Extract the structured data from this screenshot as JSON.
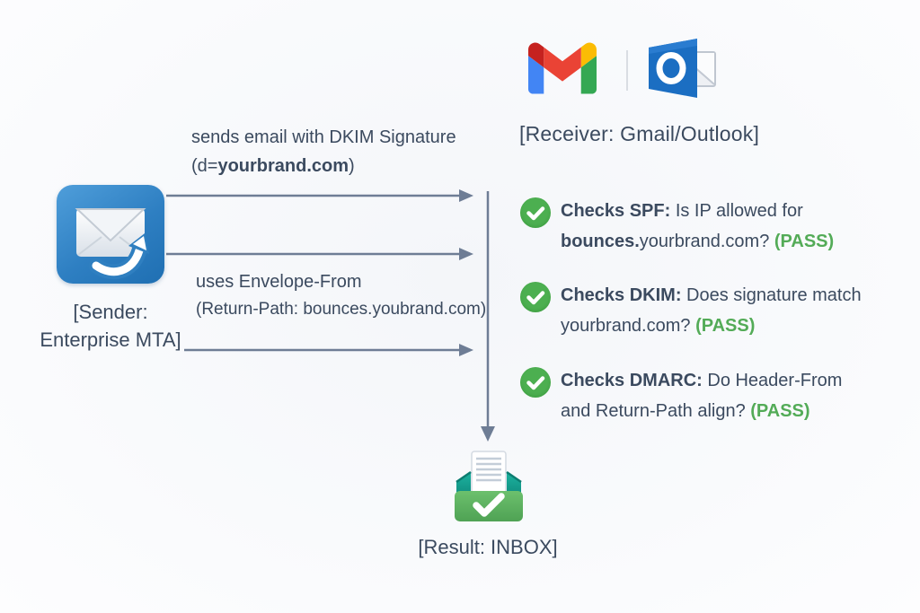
{
  "colors": {
    "text": "#3b4a5f",
    "arrow": "#6e7d95",
    "check_circle_green": "#4caf50",
    "pass_green": "#53ab57",
    "sender_icon_blue": "#2e7fc2",
    "inbox_tray_teal": "#16a292",
    "inbox_front_green": "#58b25c",
    "gmail_red": "#ea4335",
    "gmail_blue": "#4285f4",
    "gmail_green": "#34a853",
    "gmail_yellow": "#fbbc04",
    "outlook_blue": "#1b6ec2"
  },
  "receiver": {
    "label": "[Receiver: Gmail/Outlook]",
    "gmail_icon": "gmail-logo",
    "outlook_icon": "outlook-logo"
  },
  "sender": {
    "label_line1": "[Sender:",
    "label_line2": "Enterprise MTA]"
  },
  "flow": {
    "dkim_line1": "sends email with DKIM Signature",
    "dkim_prefix": "(d=",
    "dkim_domain": "yourbrand.com",
    "dkim_suffix": ")",
    "envelope_line1": "uses Envelope-From",
    "envelope_line2": "(Return-Path: bounces.youbrand.com)"
  },
  "checks": [
    {
      "title": "Checks SPF:",
      "line1_rest": " Is IP allowed for",
      "line2_bold": "bounces.",
      "line2_rest": "yourbrand.com? ",
      "pass": "(PASS)"
    },
    {
      "title": "Checks DKIM:",
      "line1_rest": " Does signature match",
      "line2_bold": "",
      "line2_rest": "yourbrand.com? ",
      "pass": "(PASS)"
    },
    {
      "title": "Checks DMARC:",
      "line1_rest": " Do Header-From",
      "line2_bold": "",
      "line2_rest": "and Return-Path align? ",
      "pass": "(PASS)"
    }
  ],
  "result": {
    "label": "[Result: INBOX]"
  }
}
